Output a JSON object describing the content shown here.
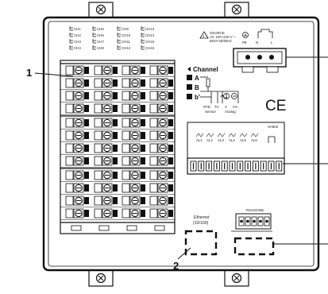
{
  "channel_labels": [
    "CH1",
    "CH2",
    "CH3",
    "CH4",
    "CH5",
    "CH6",
    "CH7",
    "CH8",
    "CH9",
    "CH10",
    "CH11",
    "CH12",
    "CH13",
    "CH14",
    "CH15",
    "CH16"
  ],
  "channel_header": "Channel",
  "terminal_letters": [
    "A",
    "B",
    "b'"
  ],
  "sensor_types": [
    "RTD",
    "TC",
    "V",
    "mA"
  ],
  "sensor_captions": [
    "Sensor",
    "Analog"
  ],
  "source_label": "SOURCE",
  "source_rating_1": "AC 100~240 V ~",
  "source_rating_2": "55VA 50/60Hz",
  "power_terminals": [
    "PE",
    "N",
    "L"
  ],
  "ce_mark": "CE",
  "alarm_header": "SA802",
  "alarm_labels": [
    "AL1",
    "AL2",
    "AL3",
    "AL4",
    "AL5",
    "AL6"
  ],
  "ethernet_label_1": "Ethernet",
  "ethernet_label_2": "(10/100)",
  "rs485_label": "RS422/485",
  "callouts": [
    "1",
    "2"
  ],
  "colors": {
    "line": "#111111",
    "bg": "#ffffff",
    "panel_fill": "#f4f4f4"
  }
}
